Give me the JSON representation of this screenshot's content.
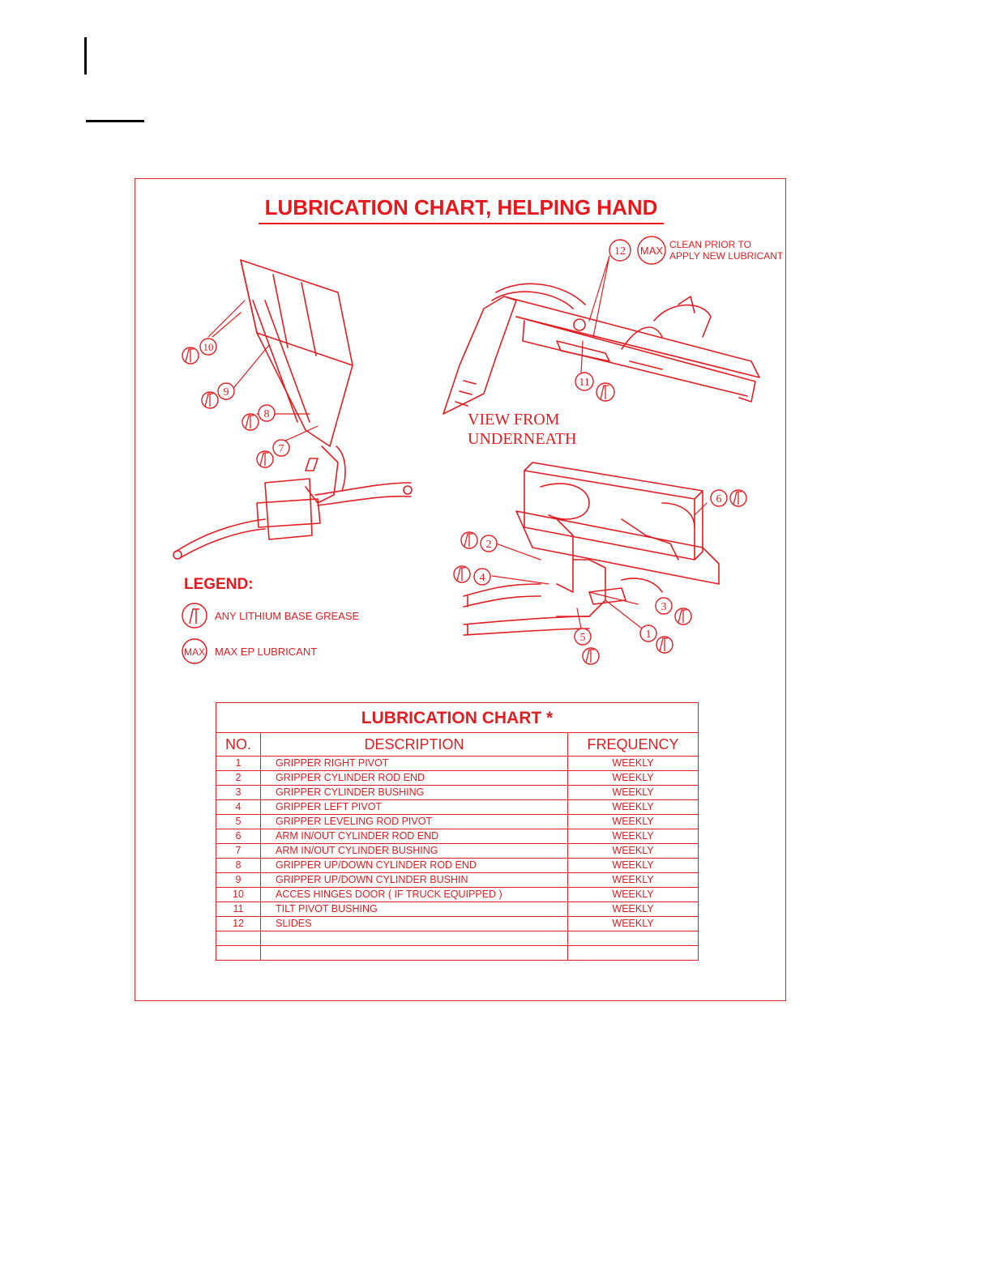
{
  "page": {
    "title": "LUBRICATION CHART, HELPING HAND"
  },
  "callouts": {
    "max_note_line1": "CLEAN PRIOR TO",
    "max_note_line2": "APPLY NEW LUBRICANT",
    "view_label_line1": "VIEW FROM",
    "view_label_line2": "UNDERNEATH",
    "numbers": [
      "1",
      "2",
      "3",
      "4",
      "5",
      "6",
      "7",
      "8",
      "9",
      "10",
      "11",
      "12"
    ],
    "max_symbol": "MAX"
  },
  "legend": {
    "title": "LEGEND:",
    "items": [
      {
        "symbol": "grease-icon",
        "label": "ANY LITHIUM BASE GREASE"
      },
      {
        "symbol": "MAX",
        "label": "MAX EP LUBRICANT"
      }
    ]
  },
  "chart": {
    "title": "LUBRICATION CHART *",
    "headers": {
      "no": "NO.",
      "description": "DESCRIPTION",
      "frequency": "FREQUENCY"
    },
    "rows": [
      {
        "no": "1",
        "description": "GRIPPER RIGHT PIVOT",
        "frequency": "WEEKLY"
      },
      {
        "no": "2",
        "description": "GRIPPER CYLINDER ROD END",
        "frequency": "WEEKLY"
      },
      {
        "no": "3",
        "description": "GRIPPER CYLINDER BUSHING",
        "frequency": "WEEKLY"
      },
      {
        "no": "4",
        "description": "GRIPPER LEFT PIVOT",
        "frequency": "WEEKLY"
      },
      {
        "no": "5",
        "description": "GRIPPER LEVELING ROD PIVOT",
        "frequency": "WEEKLY"
      },
      {
        "no": "6",
        "description": "ARM IN/OUT CYLINDER ROD END",
        "frequency": "WEEKLY"
      },
      {
        "no": "7",
        "description": "ARM IN/OUT CYLINDER BUSHING",
        "frequency": "WEEKLY"
      },
      {
        "no": "8",
        "description": "GRIPPER UP/DOWN CYLINDER ROD END",
        "frequency": "WEEKLY"
      },
      {
        "no": "9",
        "description": "GRIPPER UP/DOWN CYLINDER BUSHIN",
        "frequency": "WEEKLY"
      },
      {
        "no": "10",
        "description": "ACCES HINGES DOOR ( IF TRUCK EQUIPPED )",
        "frequency": "WEEKLY"
      },
      {
        "no": "11",
        "description": "TILT PIVOT BUSHING",
        "frequency": "WEEKLY"
      },
      {
        "no": "12",
        "description": "SLIDES",
        "frequency": "WEEKLY"
      },
      {
        "no": "",
        "description": "",
        "frequency": ""
      },
      {
        "no": "",
        "description": "",
        "frequency": ""
      }
    ]
  },
  "colors": {
    "accent": "#e11d22",
    "margin_marks": "#000000"
  }
}
